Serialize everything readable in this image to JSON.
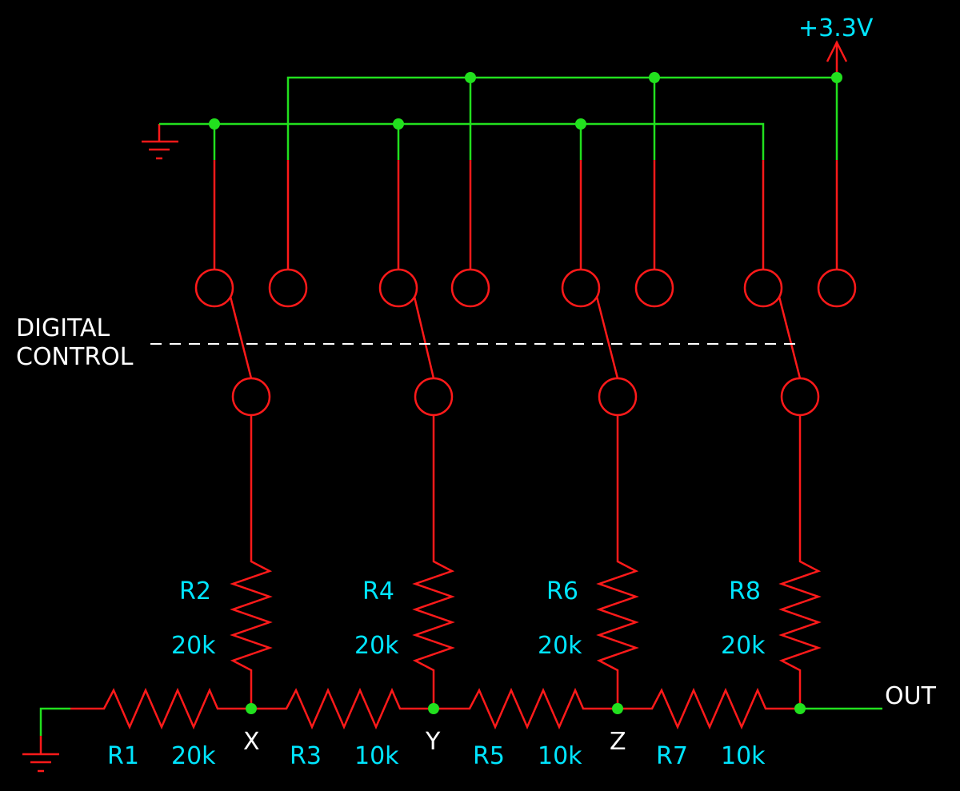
{
  "supply_label": "+3.3V",
  "control_label": [
    "DIGITAL",
    "CONTROL"
  ],
  "output_label": "OUT",
  "nodes": [
    "X",
    "Y",
    "Z"
  ],
  "series_resistors": [
    {
      "ref": "R1",
      "value": "20k"
    },
    {
      "ref": "R3",
      "value": "10k"
    },
    {
      "ref": "R5",
      "value": "10k"
    },
    {
      "ref": "R7",
      "value": "10k"
    }
  ],
  "shunt_resistors": [
    {
      "ref": "R2",
      "value": "20k"
    },
    {
      "ref": "R4",
      "value": "20k"
    },
    {
      "ref": "R6",
      "value": "20k"
    },
    {
      "ref": "R8",
      "value": "20k"
    }
  ],
  "colors": {
    "background": "#000000",
    "component": "#ff1a1a",
    "wire": "#22e01e",
    "label": "#00e5ff",
    "text": "#ffffff"
  }
}
